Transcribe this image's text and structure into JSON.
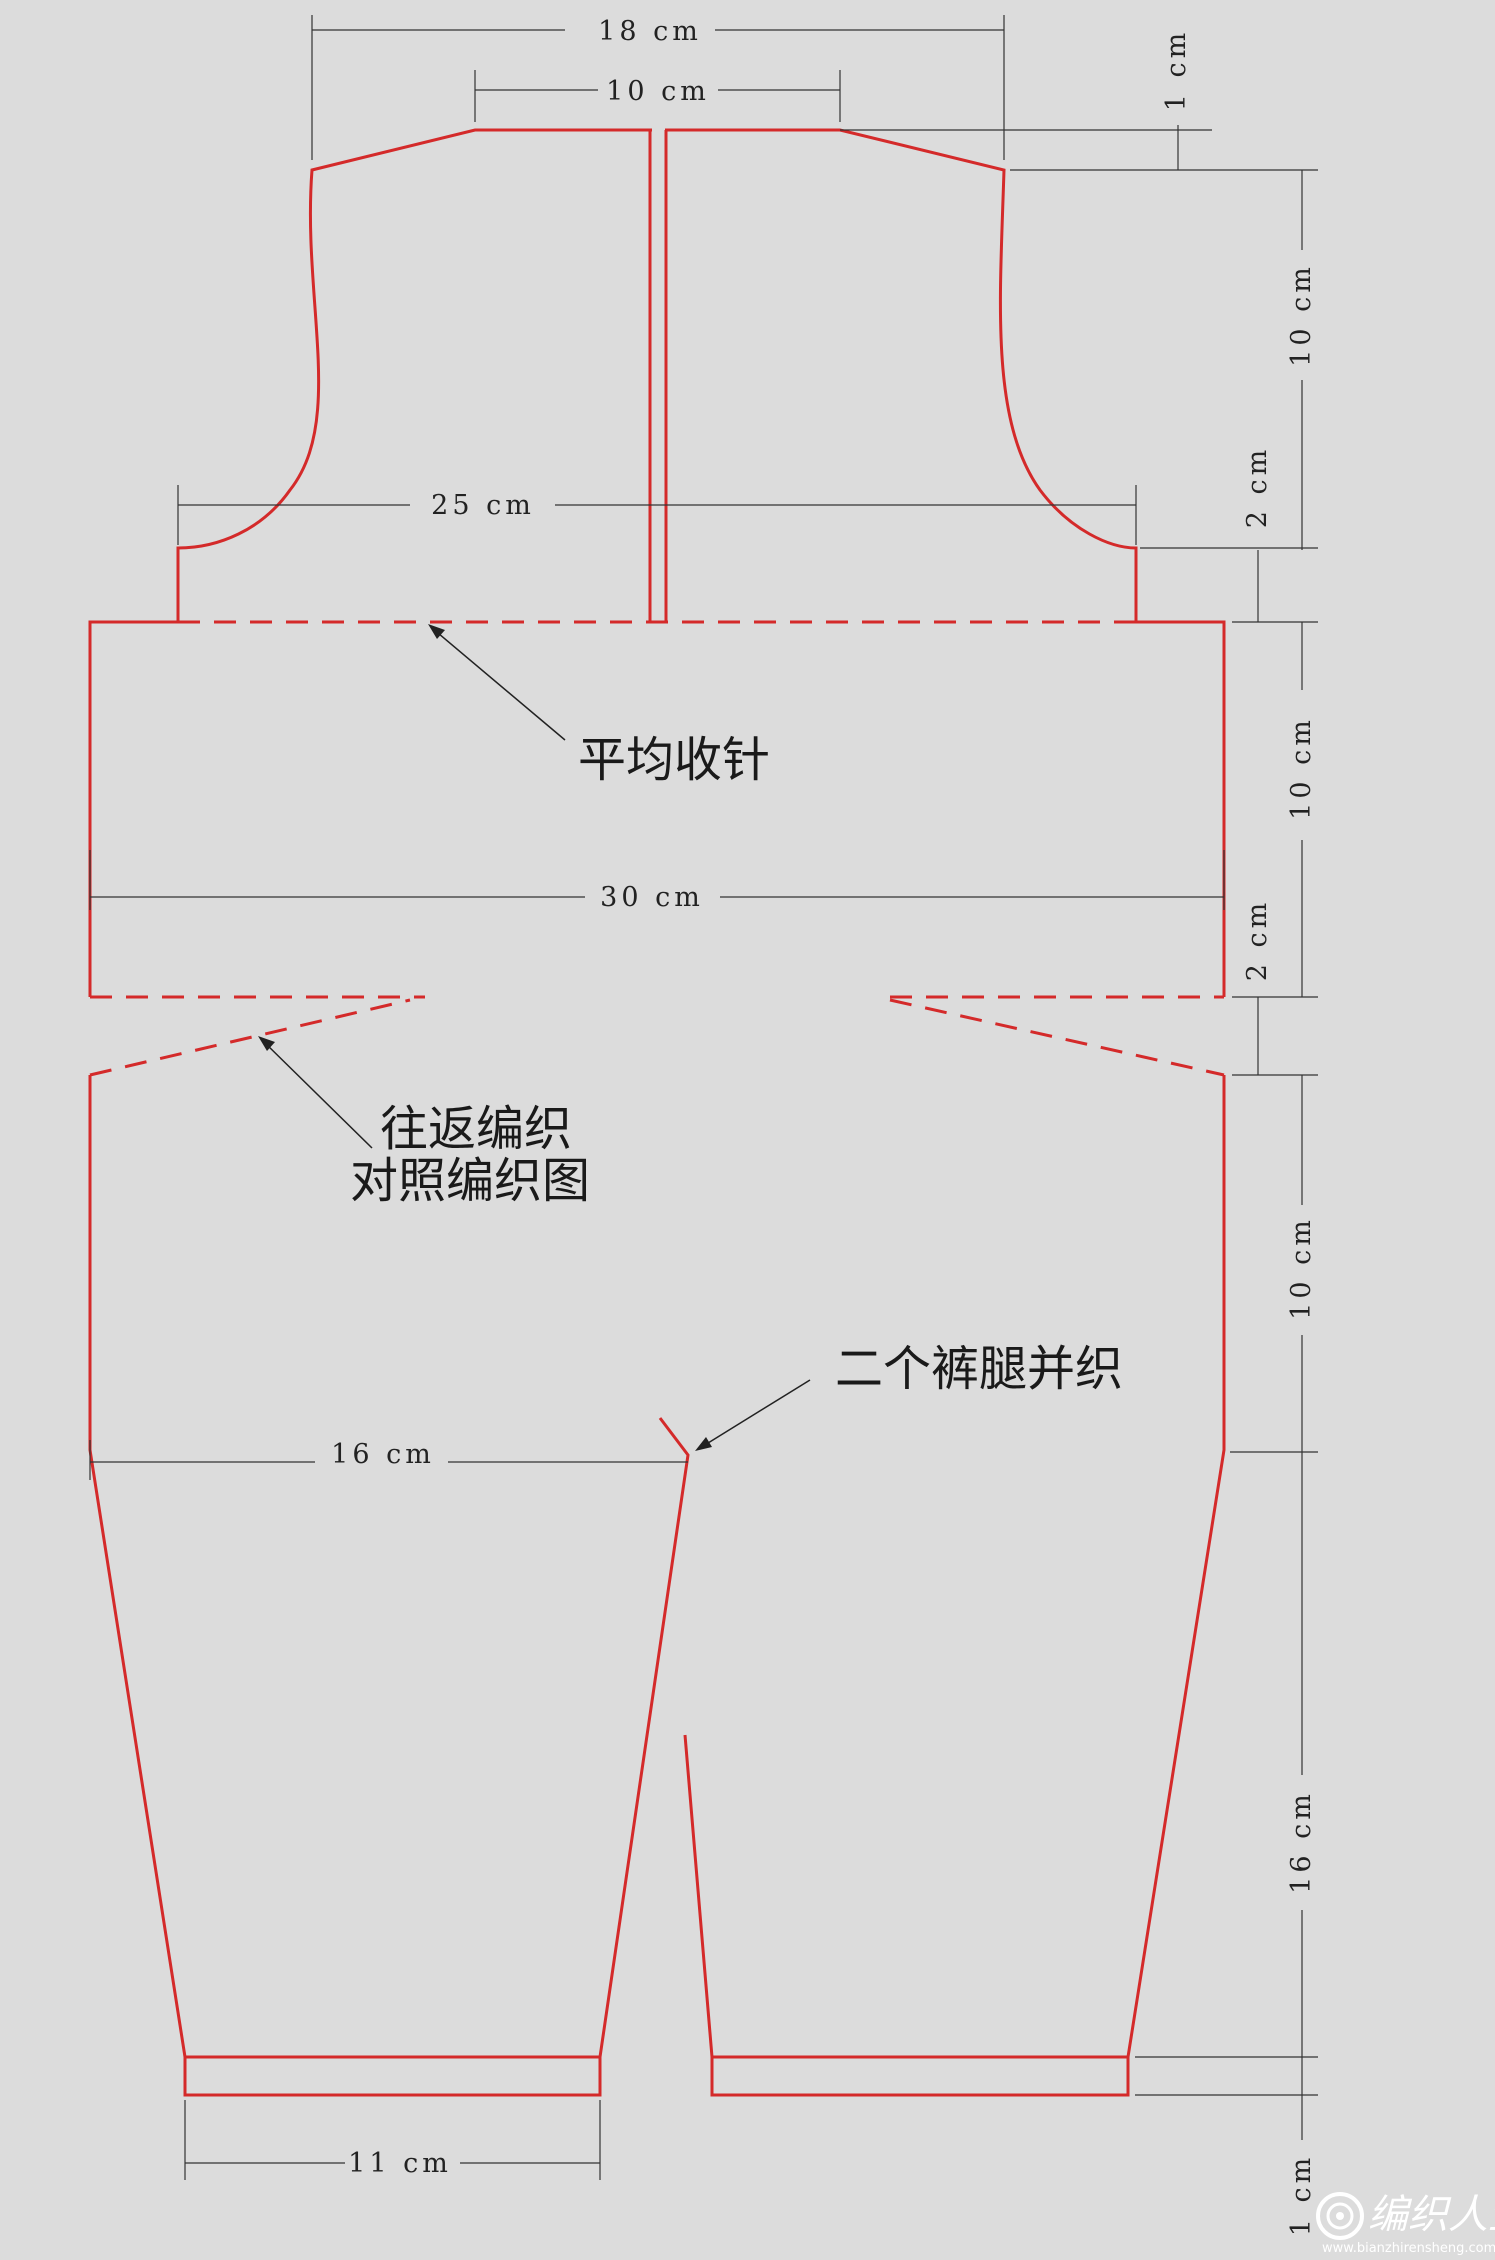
{
  "dimensions": {
    "top_width": "18 cm",
    "neck_width": "10 cm",
    "shoulder_drop": "1 cm",
    "bib_height": "10 cm",
    "armhole_curve": "2 cm",
    "bib_width": "25 cm",
    "waist_height": "10 cm",
    "body_width": "30 cm",
    "waist_band": "2 cm",
    "crotch_height": "10 cm",
    "leg_width": "16 cm",
    "leg_height": "16 cm",
    "cuff_width": "11 cm",
    "cuff_height": "1 cm"
  },
  "annotations": {
    "even_decrease": "平均收针",
    "short_rows_line1": "往返编织",
    "short_rows_line2": "对照编织图",
    "join_legs": "二个裤腿并织"
  },
  "watermark": {
    "brand": "编织人生",
    "url": "www.bianzhirensheng.com"
  },
  "colors": {
    "background": "#dcdcdc",
    "pattern_line": "#d42a2a",
    "dimension_line": "#333333"
  }
}
